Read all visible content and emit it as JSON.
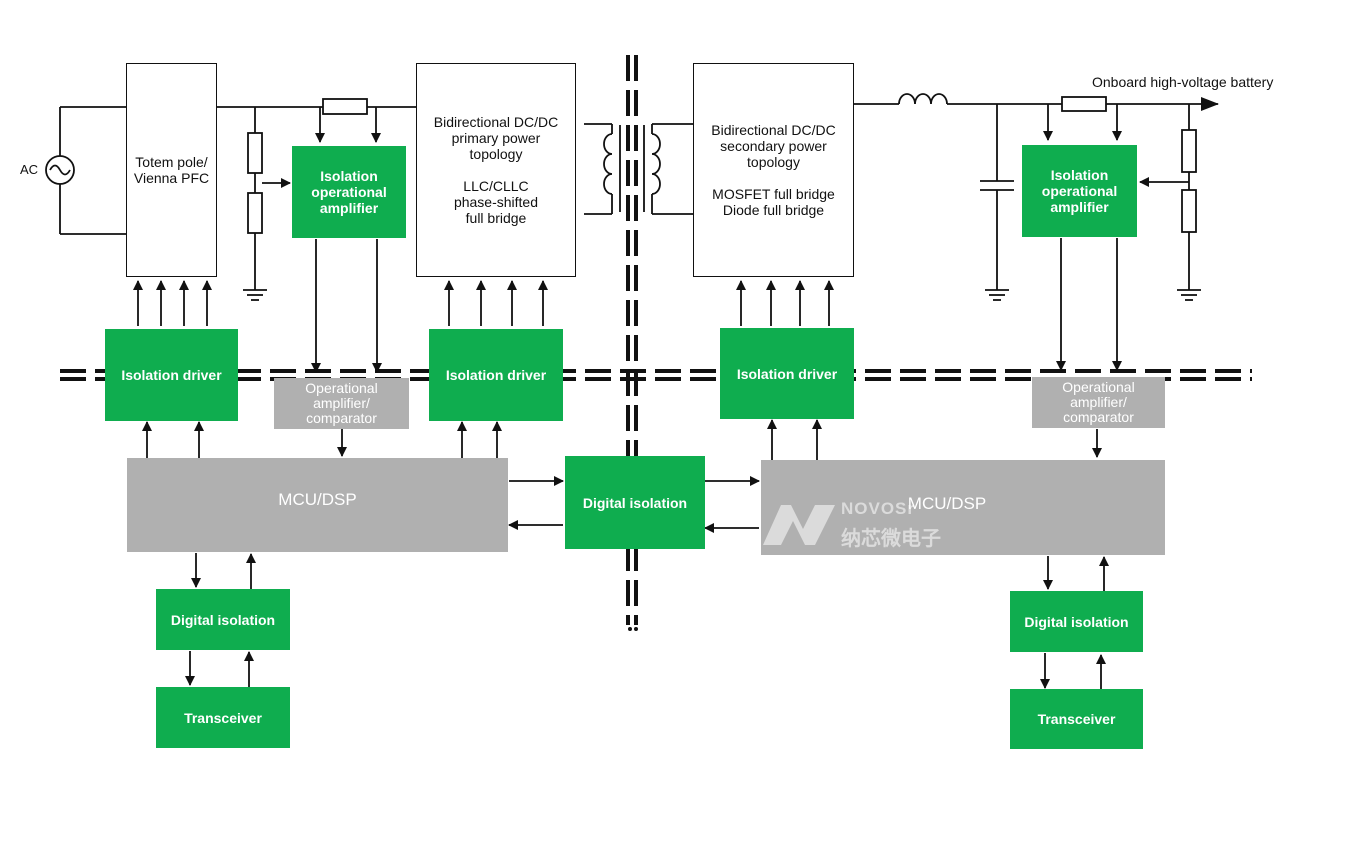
{
  "power_stage": {
    "ac_label": "AC",
    "pfc": "Totem pole/\nVienna PFC",
    "primary_topology": "Bidirectional DC/DC\nprimary power\ntopology\n\nLLC/CLLC\nphase-shifted\nfull bridge",
    "secondary_topology": "Bidirectional DC/DC\nsecondary power\ntopology\n\nMOSFET full bridge\nDiode full bridge",
    "battery_label": "Onboard high-voltage battery"
  },
  "isolation_amplifiers": {
    "left": "Isolation\noperational\namplifier",
    "right": "Isolation\noperational\namplifier"
  },
  "comparators": {
    "left": "Operational\namplifier/\ncomparator",
    "right": "Operational\namplifier/\ncomparator"
  },
  "drivers": {
    "pfc": "Isolation driver",
    "primary": "Isolation driver",
    "secondary": "Isolation driver"
  },
  "controllers": {
    "left": "MCU/DSP",
    "right": "MCU/DSP"
  },
  "digital_isolation": {
    "center": "Digital isolation",
    "left": "Digital isolation",
    "right": "Digital isolation"
  },
  "transceivers": {
    "left": "Transceiver",
    "right": "Transceiver"
  },
  "watermark": {
    "latin": "NOVOSENSE",
    "latin_visible": "NOVOSr",
    "chinese": "纳芯微电子"
  },
  "colors": {
    "green": "#0fad4f",
    "gray": "#b0b0b0",
    "line": "#111111"
  }
}
